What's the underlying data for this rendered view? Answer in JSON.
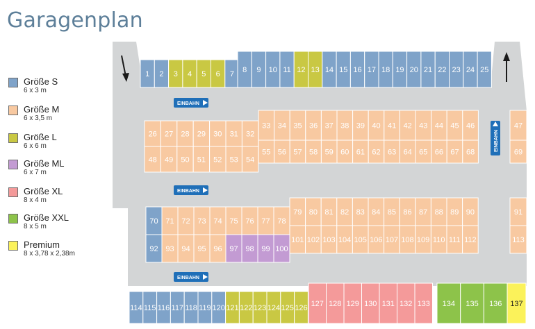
{
  "title": "Garagenplan",
  "legend": [
    {
      "key": "S",
      "label": "Größe S",
      "size": "6 x 3 m",
      "color": "#7fa3c9"
    },
    {
      "key": "M",
      "label": "Größe M",
      "size": "6 x 3,5 m",
      "color": "#f8c9a1"
    },
    {
      "key": "L",
      "label": "Größe L",
      "size": "6 x 6 m",
      "color": "#c9c843"
    },
    {
      "key": "ML",
      "label": "Größe ML",
      "size": "6 x 7 m",
      "color": "#c39bd3"
    },
    {
      "key": "XL",
      "label": "Größe XL",
      "size": "8 x 4 m",
      "color": "#f49a9a"
    },
    {
      "key": "XXL",
      "label": "Größe XXL",
      "size": "8 x 5 m",
      "color": "#8dc34a"
    },
    {
      "key": "P",
      "label": "Premium",
      "size": "8 x 3,78 x 2,38m",
      "color": "#fbf25a"
    }
  ],
  "sign": "EINBAHN",
  "colors": {
    "lot": "#d3d5d6",
    "border": "#ffffff",
    "text_dark": "#ffffff",
    "arrow": "#1a1a1a",
    "sign_bg": "#1f6fb8"
  },
  "garages": {
    "row1": [
      {
        "n": "1",
        "t": "S"
      },
      {
        "n": "2",
        "t": "S"
      },
      {
        "n": "3",
        "t": "L"
      },
      {
        "n": "4",
        "t": "L"
      },
      {
        "n": "5",
        "t": "L"
      },
      {
        "n": "6",
        "t": "L"
      },
      {
        "n": "7",
        "t": "S"
      },
      {
        "n": "8",
        "t": "S"
      },
      {
        "n": "9",
        "t": "S"
      },
      {
        "n": "10",
        "t": "S"
      },
      {
        "n": "11",
        "t": "S"
      },
      {
        "n": "12",
        "t": "L"
      },
      {
        "n": "13",
        "t": "L"
      },
      {
        "n": "14",
        "t": "S"
      },
      {
        "n": "15",
        "t": "S"
      },
      {
        "n": "16",
        "t": "S"
      },
      {
        "n": "17",
        "t": "S"
      },
      {
        "n": "18",
        "t": "S"
      },
      {
        "n": "19",
        "t": "S"
      },
      {
        "n": "20",
        "t": "S"
      },
      {
        "n": "21",
        "t": "S"
      },
      {
        "n": "22",
        "t": "S"
      },
      {
        "n": "23",
        "t": "S"
      },
      {
        "n": "24",
        "t": "S"
      },
      {
        "n": "25",
        "t": "S"
      }
    ],
    "blockA_top_left": [
      "26",
      "27",
      "28",
      "29",
      "30",
      "31",
      "32"
    ],
    "blockA_bottom_left": [
      "48",
      "49",
      "50",
      "51",
      "52",
      "53",
      "54"
    ],
    "blockA_top_right": [
      "33",
      "34",
      "35",
      "36",
      "37",
      "38",
      "39",
      "40",
      "41",
      "42",
      "43",
      "44",
      "45",
      "46"
    ],
    "blockA_bottom_right": [
      "55",
      "56",
      "57",
      "58",
      "59",
      "60",
      "61",
      "62",
      "63",
      "64",
      "65",
      "66",
      "67",
      "68"
    ],
    "blockA_end": [
      "47",
      "69"
    ],
    "blockB_top_left": [
      {
        "n": "70",
        "t": "S"
      },
      {
        "n": "71",
        "t": "M"
      },
      {
        "n": "72",
        "t": "M"
      },
      {
        "n": "73",
        "t": "M"
      },
      {
        "n": "74",
        "t": "M"
      },
      {
        "n": "75",
        "t": "M"
      },
      {
        "n": "76",
        "t": "M"
      },
      {
        "n": "77",
        "t": "M"
      },
      {
        "n": "78",
        "t": "M"
      }
    ],
    "blockB_bottom_left": [
      {
        "n": "92",
        "t": "S"
      },
      {
        "n": "93",
        "t": "M"
      },
      {
        "n": "94",
        "t": "M"
      },
      {
        "n": "95",
        "t": "M"
      },
      {
        "n": "96",
        "t": "M"
      },
      {
        "n": "97",
        "t": "ML"
      },
      {
        "n": "98",
        "t": "ML"
      },
      {
        "n": "99",
        "t": "ML"
      },
      {
        "n": "100",
        "t": "ML"
      }
    ],
    "blockB_top_right": [
      "79",
      "80",
      "81",
      "82",
      "83",
      "84",
      "85",
      "86",
      "87",
      "88",
      "89",
      "90"
    ],
    "blockB_bottom_right": [
      "101",
      "102",
      "103",
      "104",
      "105",
      "106",
      "107",
      "108",
      "109",
      "110",
      "111",
      "112"
    ],
    "blockB_end": [
      "91",
      "113"
    ],
    "row_bottom": [
      {
        "n": "114",
        "t": "S"
      },
      {
        "n": "115",
        "t": "S"
      },
      {
        "n": "116",
        "t": "S"
      },
      {
        "n": "117",
        "t": "S"
      },
      {
        "n": "118",
        "t": "S"
      },
      {
        "n": "119",
        "t": "S"
      },
      {
        "n": "120",
        "t": "S"
      },
      {
        "n": "121",
        "t": "L"
      },
      {
        "n": "122",
        "t": "L"
      },
      {
        "n": "123",
        "t": "L"
      },
      {
        "n": "124",
        "t": "L"
      },
      {
        "n": "125",
        "t": "L"
      },
      {
        "n": "126",
        "t": "L"
      }
    ],
    "row_bottom_xl": [
      "127",
      "128",
      "129",
      "130",
      "131",
      "132",
      "133"
    ],
    "row_bottom_xxl": [
      "134",
      "135",
      "136"
    ],
    "row_bottom_premium": [
      "137"
    ]
  }
}
